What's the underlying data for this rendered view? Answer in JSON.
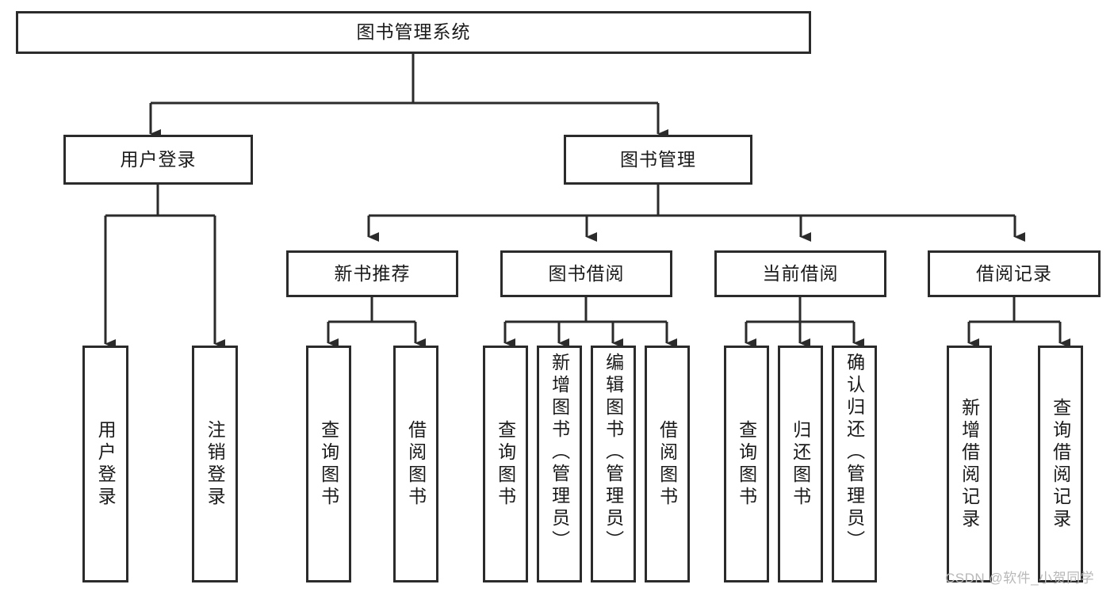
{
  "diagram": {
    "type": "tree-hierarchy-diagram",
    "title": "图书管理系统",
    "root": {
      "id": "root",
      "label": "图书管理系统",
      "orientation": "horizontal"
    },
    "level1": [
      {
        "id": "user-login",
        "label": "用户登录",
        "orientation": "horizontal"
      },
      {
        "id": "book-management",
        "label": "图书管理",
        "orientation": "horizontal"
      }
    ],
    "level2": [
      {
        "id": "new-book-recommend",
        "label": "新书推荐",
        "orientation": "horizontal",
        "parent": "book-management"
      },
      {
        "id": "book-borrow",
        "label": "图书借阅",
        "orientation": "horizontal",
        "parent": "book-management"
      },
      {
        "id": "current-borrow",
        "label": "当前借阅",
        "orientation": "horizontal",
        "parent": "book-management"
      },
      {
        "id": "borrow-record",
        "label": "借阅记录",
        "orientation": "horizontal",
        "parent": "book-management"
      }
    ],
    "leaves": [
      {
        "id": "leaf-user-login",
        "label": "用户登录",
        "parent": "user-login",
        "orientation": "vertical"
      },
      {
        "id": "leaf-logout-login",
        "label": "注销登录",
        "parent": "user-login",
        "orientation": "vertical"
      },
      {
        "id": "leaf-query-book-1",
        "label": "查询图书",
        "parent": "new-book-recommend",
        "orientation": "vertical"
      },
      {
        "id": "leaf-borrow-book-1",
        "label": "借阅图书",
        "parent": "new-book-recommend",
        "orientation": "vertical"
      },
      {
        "id": "leaf-query-book-2",
        "label": "查询图书",
        "parent": "book-borrow",
        "orientation": "vertical"
      },
      {
        "id": "leaf-add-book",
        "label": "新增图书（管理员）",
        "parent": "book-borrow",
        "orientation": "vertical"
      },
      {
        "id": "leaf-edit-book",
        "label": "编辑图书（管理员）",
        "parent": "book-borrow",
        "orientation": "vertical"
      },
      {
        "id": "leaf-borrow-book-2",
        "label": "借阅图书",
        "parent": "book-borrow",
        "orientation": "vertical"
      },
      {
        "id": "leaf-query-book-3",
        "label": "查询图书",
        "parent": "current-borrow",
        "orientation": "vertical"
      },
      {
        "id": "leaf-return-book",
        "label": "归还图书",
        "parent": "current-borrow",
        "orientation": "vertical"
      },
      {
        "id": "leaf-confirm-return",
        "label": "确认归还（管理员）",
        "parent": "current-borrow",
        "orientation": "vertical"
      },
      {
        "id": "leaf-add-record",
        "label": "新增借阅记录",
        "parent": "borrow-record",
        "orientation": "vertical"
      },
      {
        "id": "leaf-query-record",
        "label": "查询借阅记录",
        "parent": "borrow-record",
        "orientation": "vertical"
      }
    ],
    "colors": {
      "border": "#2b2b2b",
      "background": "#ffffff",
      "text": "#1a1a1a",
      "connector": "#2b2b2b",
      "watermark": "#b8b8b8"
    }
  },
  "watermark": {
    "text": "CSDN @软件_小贺同学"
  }
}
